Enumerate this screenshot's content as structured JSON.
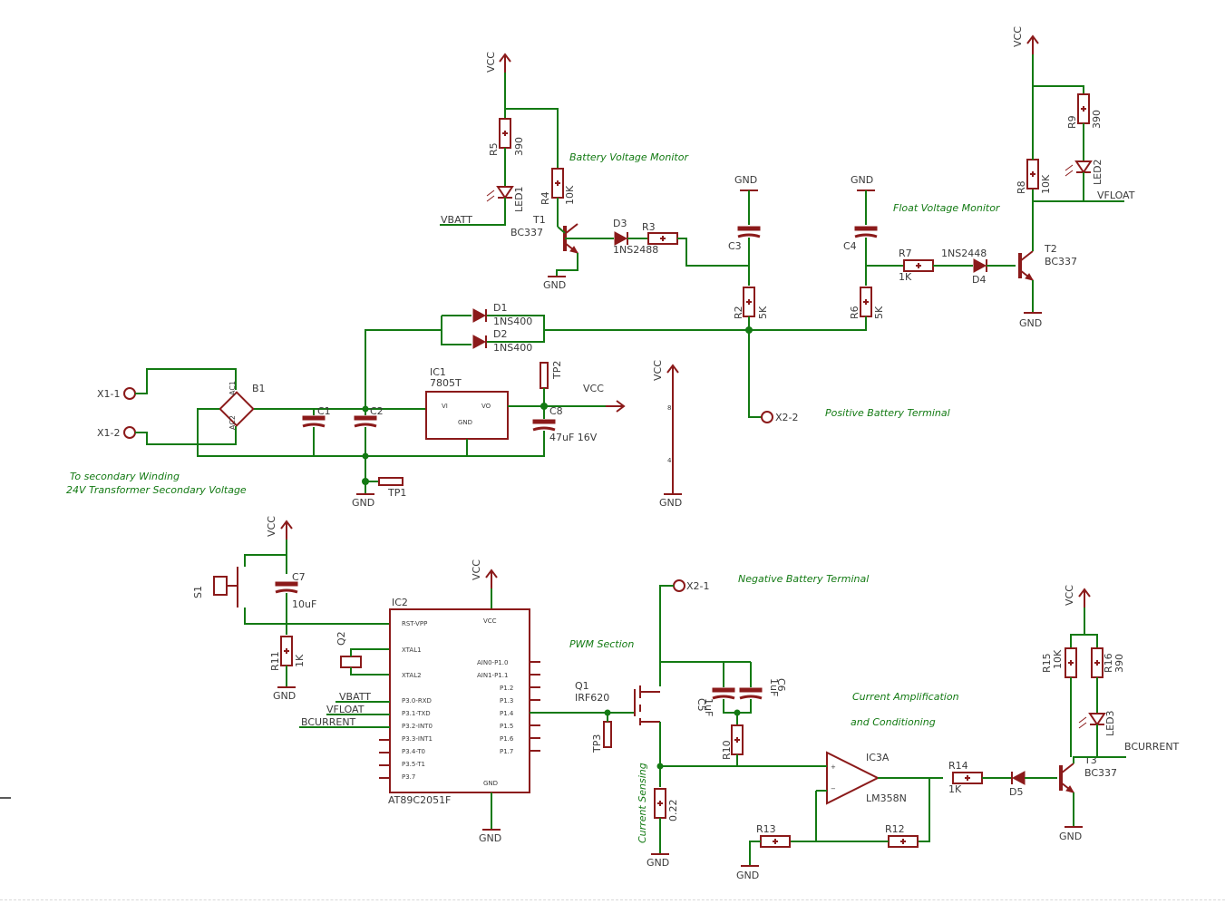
{
  "colors": {
    "wire": "#137a13",
    "part": "#8b1a1a",
    "text": "#3a3a3a",
    "note": "#137a13"
  },
  "notes": {
    "battery_monitor": "Battery Voltage Monitor",
    "float_monitor": "Float Voltage Monitor",
    "positive_terminal": "Positive Battery Terminal",
    "secondary_winding": "To secondary Winding",
    "transformer_voltage": "24V Transformer Secondary Voltage",
    "negative_terminal": "Negative Battery Terminal",
    "pwm_section": "PWM Section",
    "current_amp": "Current Amplification",
    "conditioning": "and Conditioning",
    "current_sensing": "Current Sensing"
  },
  "labels": {
    "vcc": "VCC",
    "gnd": "GND",
    "vbatt": "VBATT",
    "vfloat": "VFLOAT",
    "bcurrent": "BCURRENT",
    "r5": "R5",
    "r5_val": "390",
    "led1": "LED1",
    "r4": "R4",
    "r4_val": "10K",
    "t1": "T1",
    "t1_val": "BC337",
    "d3": "D3",
    "d3_val": "1NS2488",
    "r3": "R3",
    "c3": "C3",
    "c4": "C4",
    "r2": "R2",
    "r2_val": "5K",
    "r6": "R6",
    "r6_val": "5K",
    "r7": "R7",
    "r7_val": "1K",
    "d4": "D4",
    "d4_val": "1NS2448",
    "t2": "T2",
    "t2_val": "BC337",
    "r8": "R8",
    "r8_val": "10K",
    "r9": "R9",
    "r9_val": "390",
    "led2": "LED2",
    "d1": "D1",
    "d1_val": "1NS400",
    "d2": "D2",
    "d2_val": "1NS400",
    "b1": "B1",
    "x1_1": "X1-1",
    "x1_2": "X1-2",
    "x2_1": "X2-1",
    "x2_2": "X2-2",
    "c1": "C1",
    "c2": "C2",
    "ic1": "IC1",
    "ic1_val": "7805T",
    "ic1_vi": "VI",
    "ic1_vo": "VO",
    "ic1_gnd": "GND",
    "c8": "C8",
    "c8_val": "47uF 16V",
    "tp1": "TP1",
    "tp2": "TP2",
    "tp3": "TP3",
    "s1": "S1",
    "c7": "C7",
    "c7_val": "10uF",
    "r11": "R11",
    "r11_val": "1K",
    "q2": "Q2",
    "ic2": "IC2",
    "ic2_val": "AT89C2051F",
    "q1": "Q1",
    "q1_val": "IRF620",
    "c5": "C5",
    "c5_val": "1uF",
    "c6": "C6",
    "c6_val": "1uF",
    "r10": "R10",
    "r1_val": "0.22",
    "ic3": "IC3A",
    "ic3_val": "LM358N",
    "r13": "R13",
    "r12": "R12",
    "r14": "R14",
    "r14_val": "1K",
    "d5": "D5",
    "r15": "R15",
    "r15_val": "10K",
    "r16": "R16",
    "r16_val": "390",
    "led3": "LED3",
    "t3": "T3",
    "t3_val": "BC337"
  },
  "ic2_pins": {
    "left": [
      "RST-VPP",
      "XTAL1",
      "XTAL2",
      "P3.0-RXD",
      "P3.1-TXD",
      "P3.2-INT0",
      "P3.3-INT1",
      "P3.4-T0",
      "P3.5-T1",
      "P3.7"
    ],
    "right": [
      "AIN0-P1.0",
      "AIN1-P1.1",
      "P1.2",
      "P1.3",
      "P1.4",
      "P1.5",
      "P1.6",
      "P1.7"
    ],
    "vcc": "VCC",
    "gnd": "GND"
  }
}
